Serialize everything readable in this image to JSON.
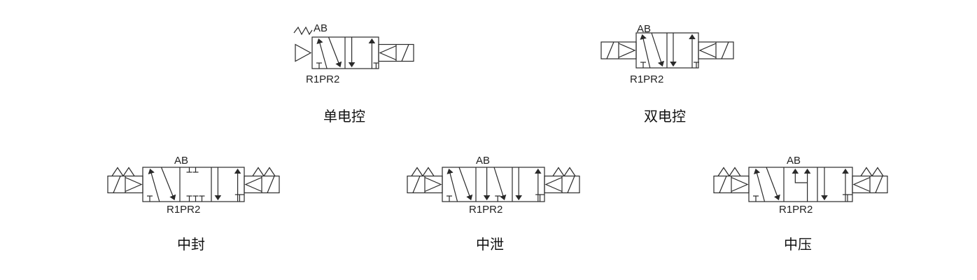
{
  "diagrams": [
    {
      "id": "single",
      "caption": "单电控",
      "top_ports": "AB",
      "bottom_ports": "R1PR2",
      "left_actuator": "spring-pilot",
      "right_actuator": "solenoid",
      "center": "none"
    },
    {
      "id": "double",
      "caption": "双电控",
      "top_ports": "AB",
      "bottom_ports": "R1PR2",
      "left_actuator": "solenoid",
      "right_actuator": "solenoid",
      "center": "none"
    },
    {
      "id": "closed-center",
      "caption": "中封",
      "top_ports": "AB",
      "bottom_ports": "R1PR2",
      "left_actuator": "solenoid-pilot",
      "right_actuator": "solenoid-pilot",
      "center": "closed"
    },
    {
      "id": "exhaust-center",
      "caption": "中泄",
      "top_ports": "AB",
      "bottom_ports": "R1PR2",
      "left_actuator": "solenoid-pilot",
      "right_actuator": "solenoid-pilot",
      "center": "exhaust"
    },
    {
      "id": "pressure-center",
      "caption": "中压",
      "top_ports": "AB",
      "bottom_ports": "R1PR2",
      "left_actuator": "solenoid-pilot",
      "right_actuator": "solenoid-pilot",
      "center": "pressure"
    }
  ]
}
